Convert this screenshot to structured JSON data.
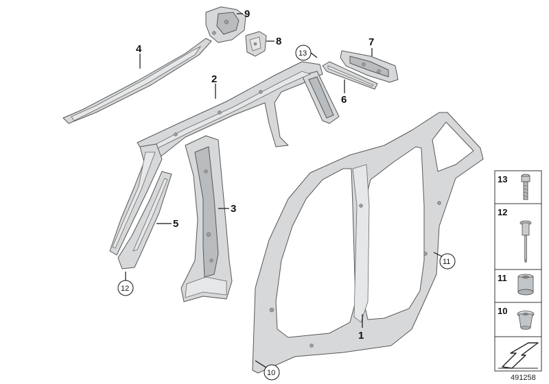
{
  "callouts": {
    "p1": "1",
    "p2": "2",
    "p3": "3",
    "p4": "4",
    "p5": "5",
    "p6": "6",
    "p7": "7",
    "p8": "8",
    "p9": "9",
    "p10": "10",
    "p11": "11",
    "p12": "12",
    "p13": "13"
  },
  "legend": {
    "items": [
      "13",
      "12",
      "11",
      "10"
    ]
  },
  "document_number": "491258",
  "colors": {
    "part_fill": "#d6d8da",
    "outline": "#555555",
    "ink": "#111111"
  }
}
